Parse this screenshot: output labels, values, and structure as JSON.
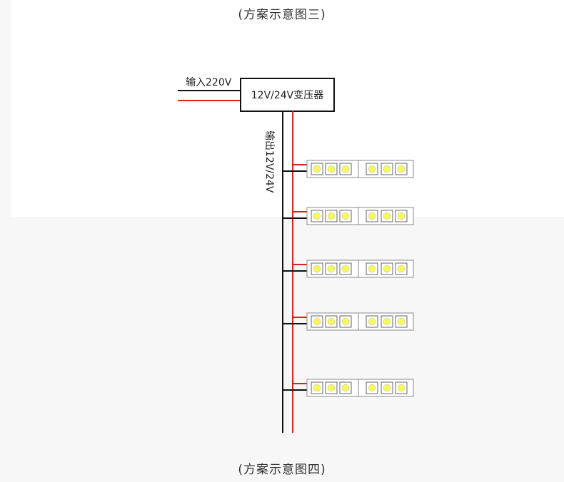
{
  "captions": {
    "top": "(方案示意图三)",
    "bottom": "(方案示意图四)"
  },
  "diagram": {
    "input_label": "输入220V",
    "transformer_label": "12V/24V变压器",
    "output_label": "输出12V/24V",
    "strip_count": 5,
    "leds_per_segment": 3,
    "segments_per_strip": 2,
    "colors": {
      "positive_wire": "#e02020",
      "negative_wire": "#111111",
      "led_fill": "#f5f95a",
      "strip_border": "#888888"
    }
  }
}
